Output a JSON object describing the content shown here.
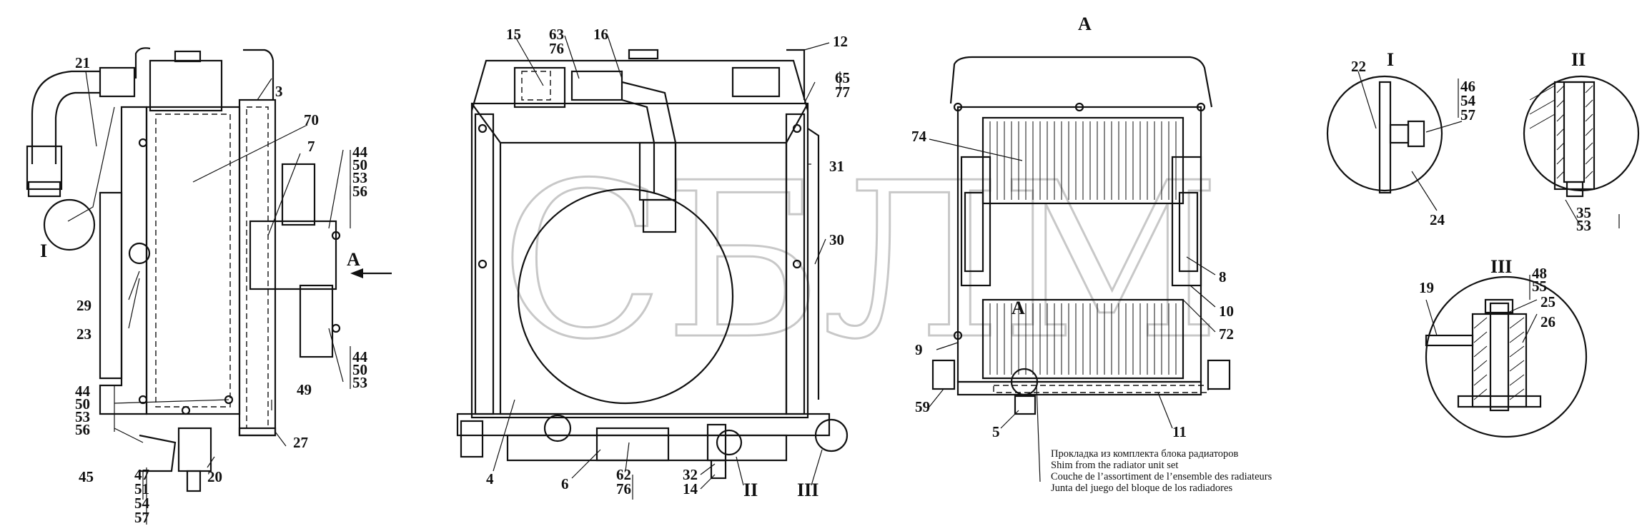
{
  "watermark": "СБЛМ",
  "view_titles": {
    "view_a_top": "А",
    "view_a_mid": "А",
    "detail_1": "I",
    "detail_2": "II",
    "detail_3": "III",
    "callout_1": "I",
    "callout_2": "II",
    "callout_3": "III",
    "arrow_a": "А"
  },
  "note_lines": [
    "Прокладка из комплекта блока радиаторов",
    "Shim from the radiator unit set",
    "Couche de l’assortiment de l’ensemble des radiateurs",
    "Junta del juego del bloque de los radiadores"
  ],
  "labels": {
    "side": [
      "21",
      "3",
      "70",
      "7",
      "29",
      "23",
      "49",
      "27",
      "45",
      "20",
      "44",
      "50",
      "53",
      "56",
      "44",
      "50",
      "53",
      "44",
      "50",
      "53",
      "56",
      "47",
      "51",
      "54",
      "57"
    ],
    "front": [
      "15",
      "63",
      "76",
      "16",
      "12",
      "65",
      "77",
      "31",
      "30",
      "4",
      "6",
      "62",
      "76",
      "32",
      "14"
    ],
    "view_a": [
      "74",
      "9",
      "59",
      "5",
      "11",
      "8",
      "10",
      "72"
    ],
    "detail_1": [
      "22",
      "46",
      "54",
      "57",
      "24"
    ],
    "detail_2": [
      "35",
      "53"
    ],
    "detail_3": [
      "19",
      "48",
      "55",
      "25",
      "26"
    ]
  },
  "colors": {
    "ink": "#111111",
    "watermark": "#c8c8c8",
    "background": "#ffffff"
  }
}
